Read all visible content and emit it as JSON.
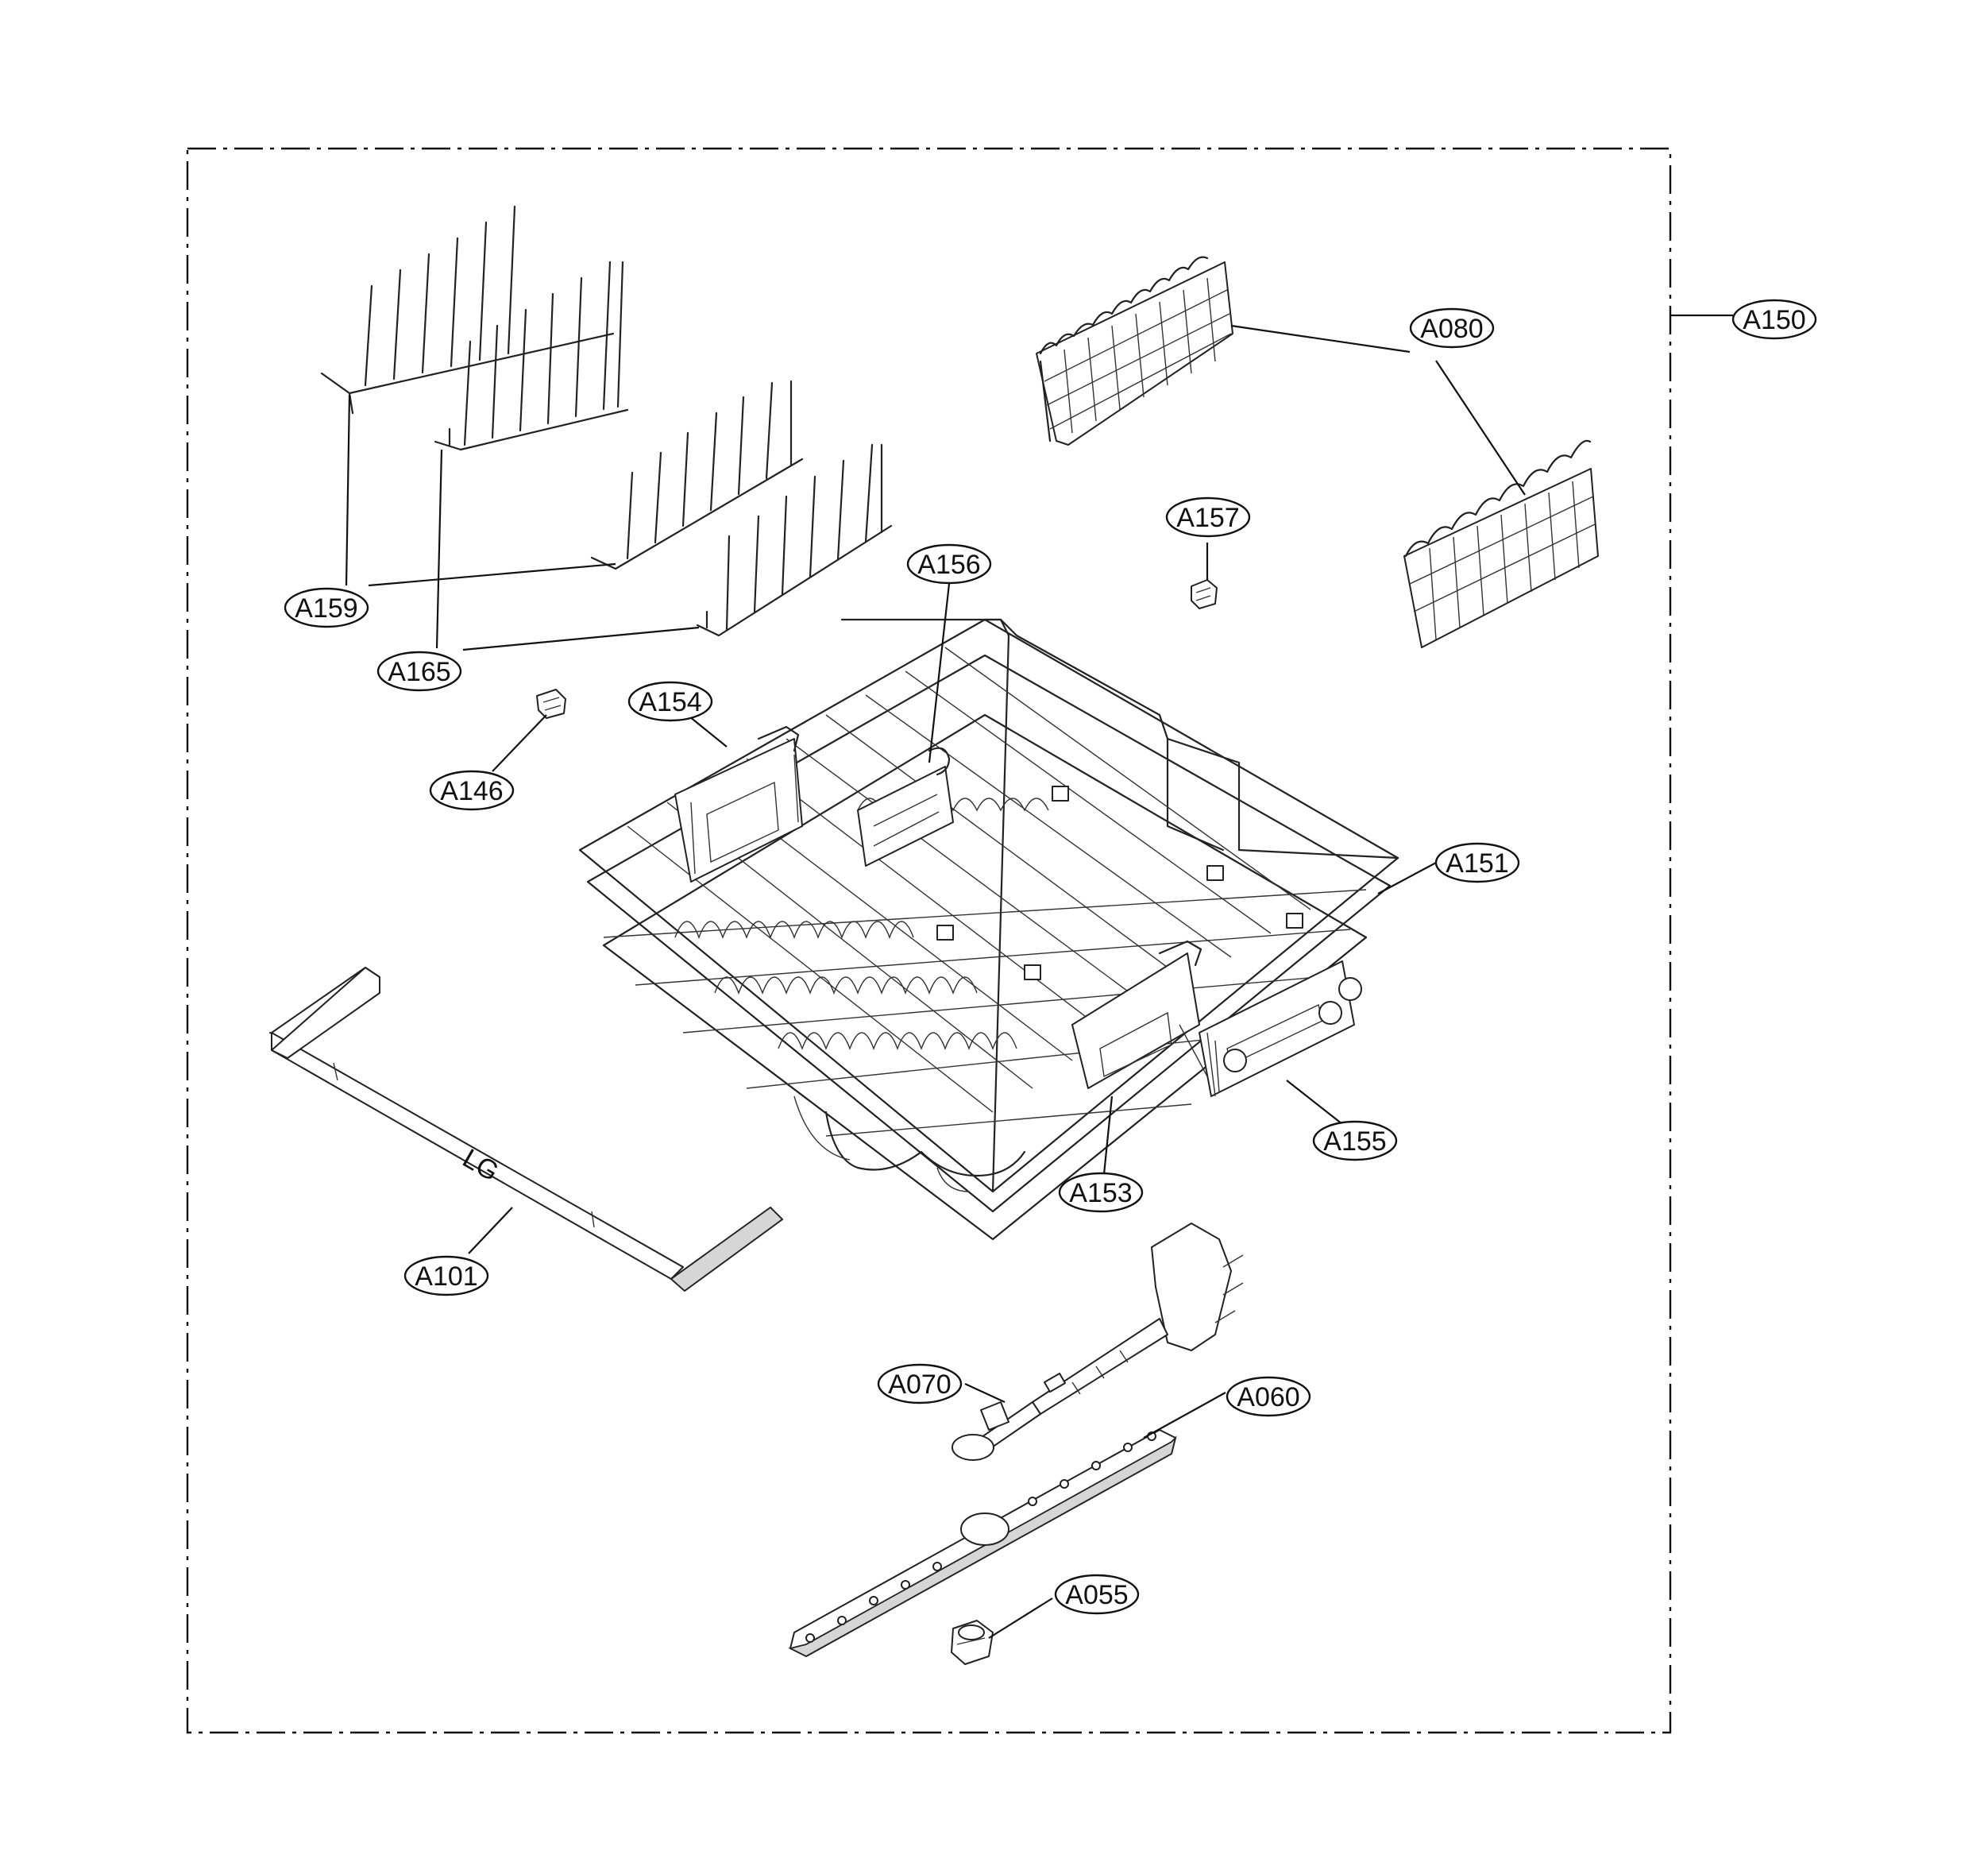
{
  "diagram": {
    "callouts": [
      {
        "id": "A150",
        "label": "A150"
      },
      {
        "id": "A080",
        "label": "A080"
      },
      {
        "id": "A157",
        "label": "A157"
      },
      {
        "id": "A156",
        "label": "A156"
      },
      {
        "id": "A159",
        "label": "A159"
      },
      {
        "id": "A165",
        "label": "A165"
      },
      {
        "id": "A154",
        "label": "A154"
      },
      {
        "id": "A146",
        "label": "A146"
      },
      {
        "id": "A151",
        "label": "A151"
      },
      {
        "id": "A155",
        "label": "A155"
      },
      {
        "id": "A153",
        "label": "A153"
      },
      {
        "id": "A101",
        "label": "A101"
      },
      {
        "id": "A070",
        "label": "A070"
      },
      {
        "id": "A060",
        "label": "A060"
      },
      {
        "id": "A055",
        "label": "A055"
      }
    ],
    "handle_logo": "LG",
    "colors": {
      "line": "#111111",
      "background": "#ffffff"
    }
  }
}
